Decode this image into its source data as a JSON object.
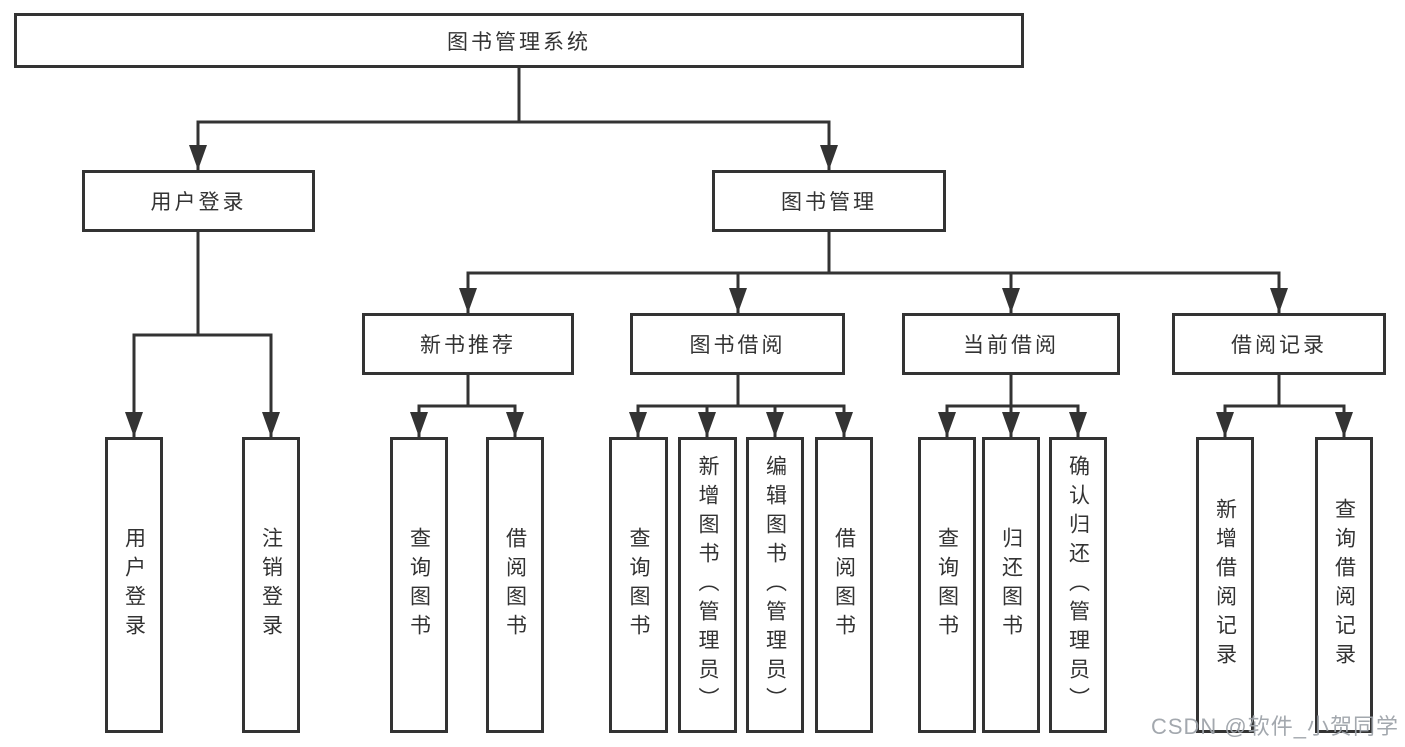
{
  "colors": {
    "background": "#ffffff",
    "box_border": "#333333",
    "line": "#333333",
    "text": "#333333",
    "watermark": "#9ea3aa"
  },
  "watermark": "CSDN @软件_小贺同学",
  "tree": {
    "root": {
      "label": "图书管理系统"
    },
    "branches": [
      {
        "label": "用户登录",
        "children": [
          {
            "label": "用户登录"
          },
          {
            "label": "注销登录"
          }
        ]
      },
      {
        "label": "图书管理",
        "children": [
          {
            "label": "新书推荐",
            "children": [
              {
                "label": "查询图书"
              },
              {
                "label": "借阅图书"
              }
            ]
          },
          {
            "label": "图书借阅",
            "children": [
              {
                "label": "查询图书"
              },
              {
                "label": "新增图书（管理员）"
              },
              {
                "label": "编辑图书（管理员）"
              },
              {
                "label": "借阅图书"
              }
            ]
          },
          {
            "label": "当前借阅",
            "children": [
              {
                "label": "查询图书"
              },
              {
                "label": "归还图书"
              },
              {
                "label": "确认归还（管理员）"
              }
            ]
          },
          {
            "label": "借阅记录",
            "children": [
              {
                "label": "新增借阅记录"
              },
              {
                "label": "查询借阅记录"
              }
            ]
          }
        ]
      }
    ]
  }
}
